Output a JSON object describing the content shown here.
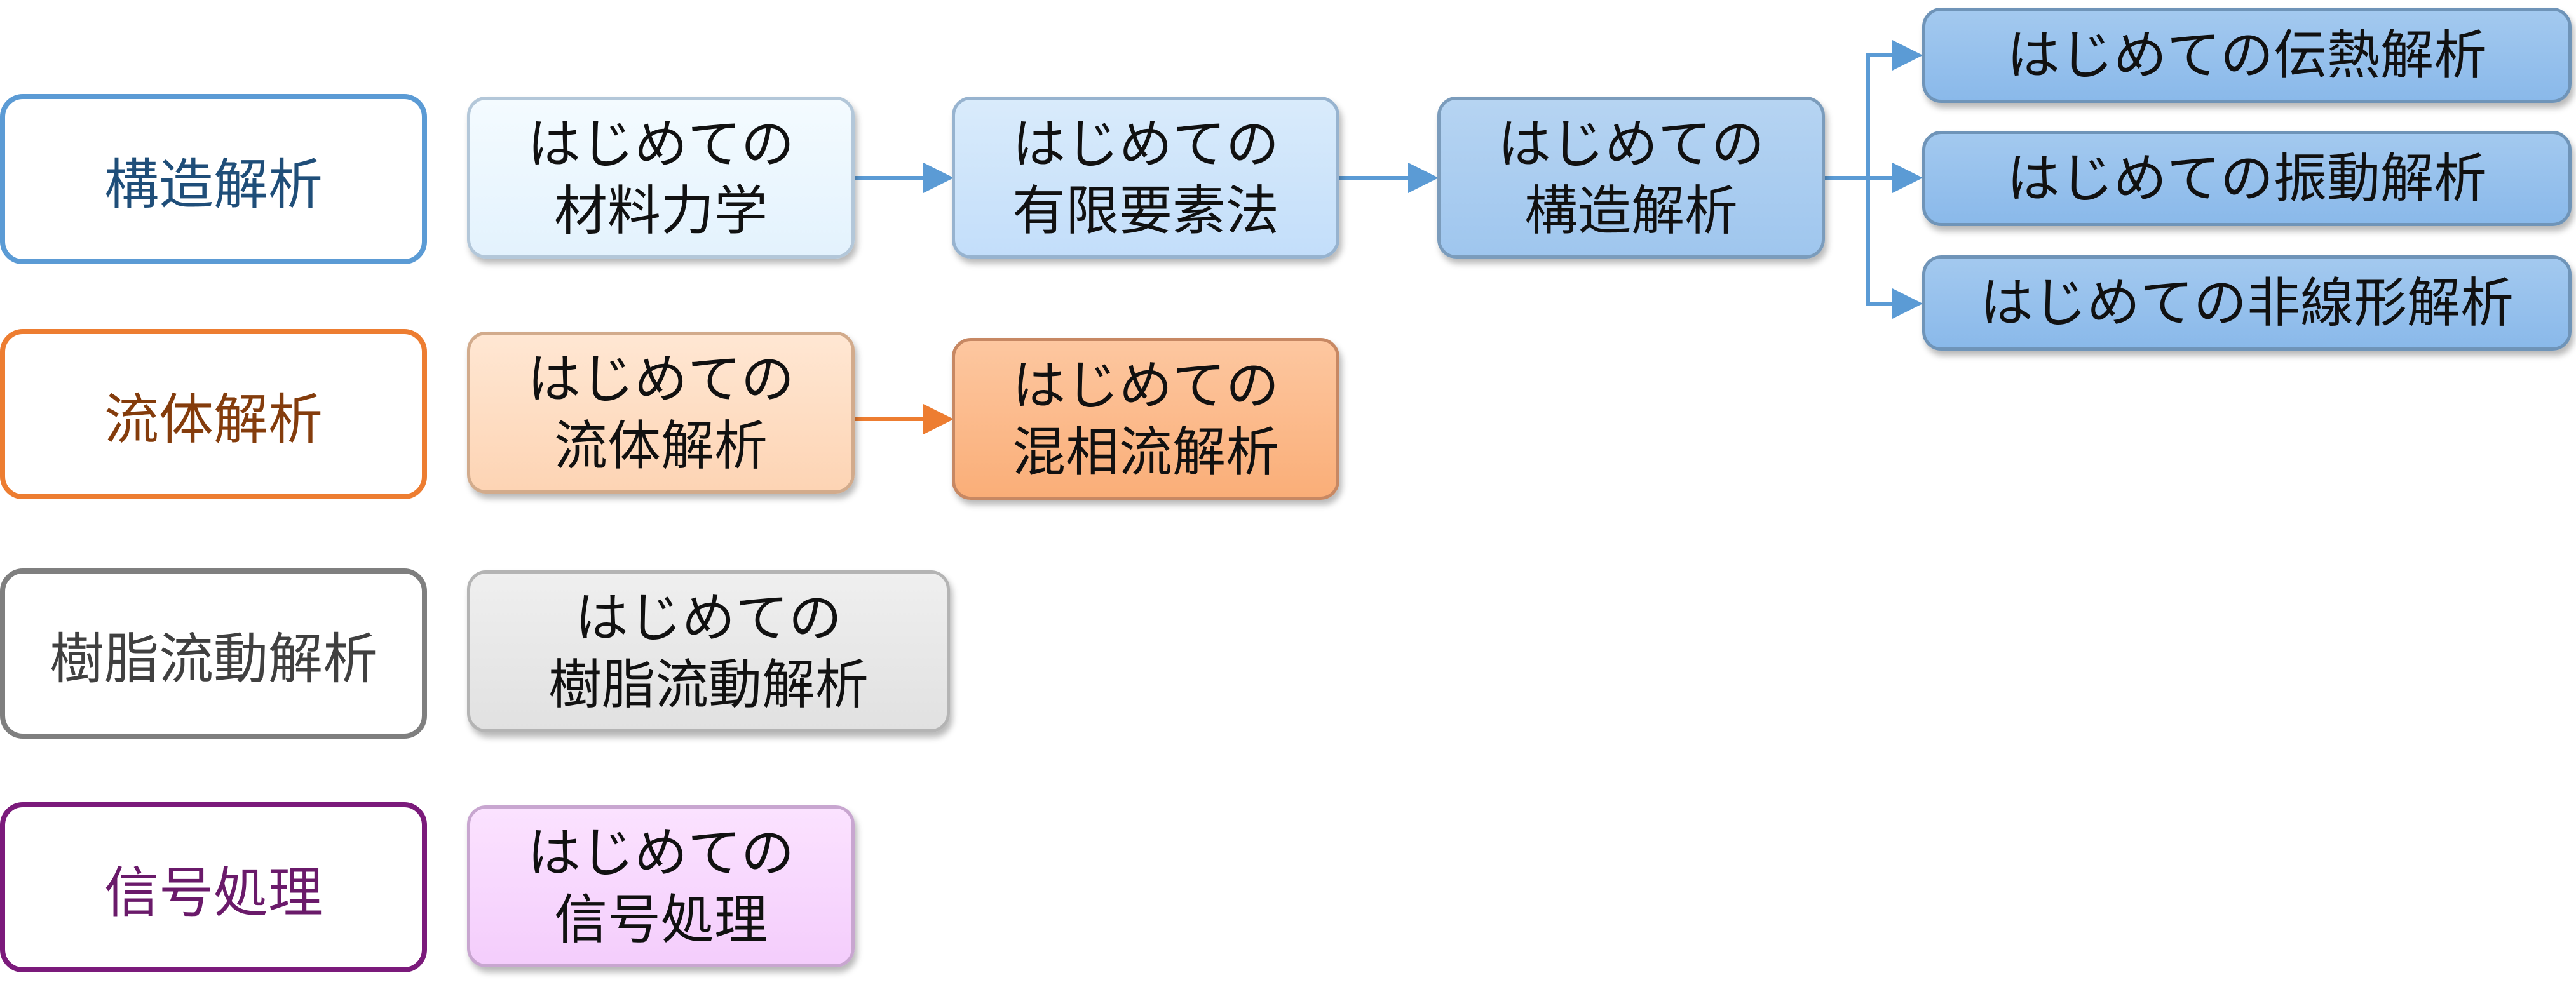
{
  "colors": {
    "structural": "#5b9bd5",
    "fluid": "#ed7d31",
    "resin": "#7f7f7f",
    "signal": "#7b1a7b",
    "structural_text": "#1f4e79",
    "fluid_text": "#843c0c",
    "resin_text": "#404040",
    "signal_text": "#6a1a6a"
  },
  "categories": [
    {
      "id": "structural",
      "label": "構造解析"
    },
    {
      "id": "fluid",
      "label": "流体解析"
    },
    {
      "id": "resin",
      "label": "樹脂流動解析"
    },
    {
      "id": "signal",
      "label": "信号処理"
    }
  ],
  "courses": {
    "materials": {
      "line1": "はじめての",
      "line2": "材料力学"
    },
    "fem": {
      "line1": "はじめての",
      "line2": "有限要素法"
    },
    "structural": {
      "line1": "はじめての",
      "line2": "構造解析"
    },
    "heat": {
      "label": "はじめての伝熱解析"
    },
    "vibration": {
      "label": "はじめての振動解析"
    },
    "nonlinear": {
      "label": "はじめての非線形解析"
    },
    "fluid": {
      "line1": "はじめての",
      "line2": "流体解析"
    },
    "multiphase": {
      "line1": "はじめての",
      "line2": "混相流解析"
    },
    "resin": {
      "line1": "はじめての",
      "line2": "樹脂流動解析"
    },
    "signal": {
      "line1": "はじめての",
      "line2": "信号処理"
    }
  }
}
